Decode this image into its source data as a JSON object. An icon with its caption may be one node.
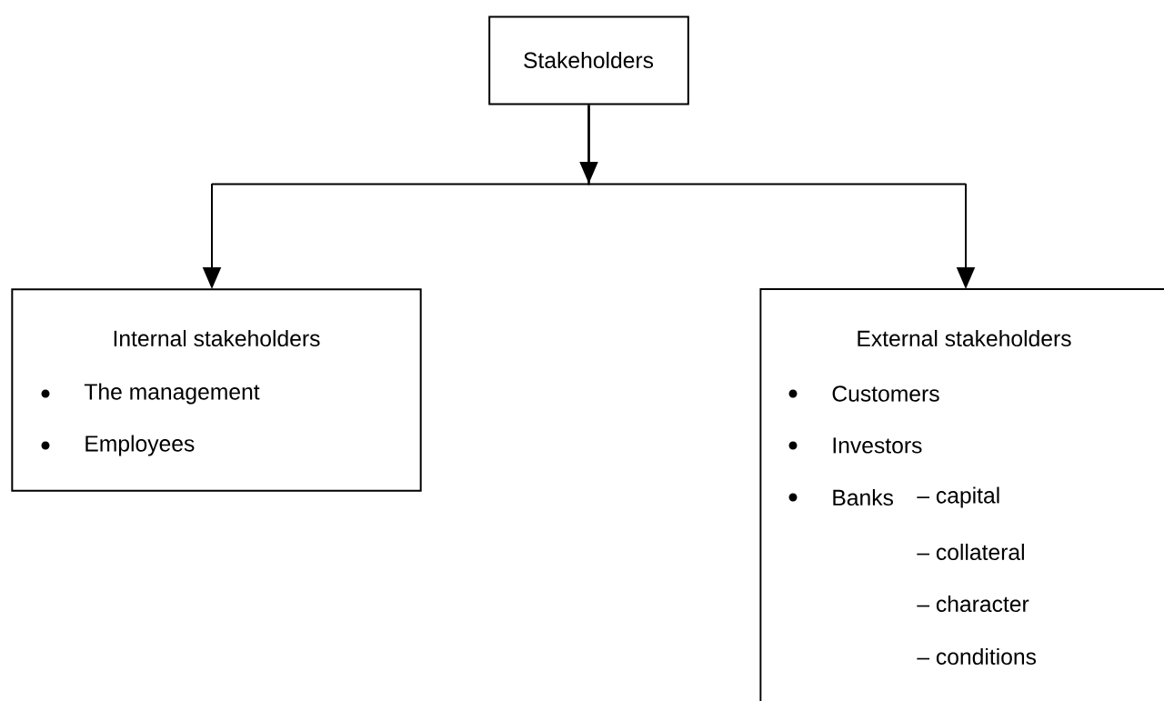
{
  "diagram": {
    "nodes": [
      {
        "text": [
          "Stakeholders"
        ]
      },
      {
        "text": [
          "Internal stakeholders",
          "The management",
          "Employees"
        ]
      },
      {
        "text": [
          "External stakeholders",
          "Customers",
          "Investors",
          "Banks",
          "– capital",
          "– collateral",
          "– character",
          "– conditions"
        ]
      }
    ],
    "edges": [
      {
        "from": 0,
        "to": 1,
        "arrow": "to"
      },
      {
        "from": 0,
        "to": 2,
        "arrow": "to"
      }
    ]
  }
}
